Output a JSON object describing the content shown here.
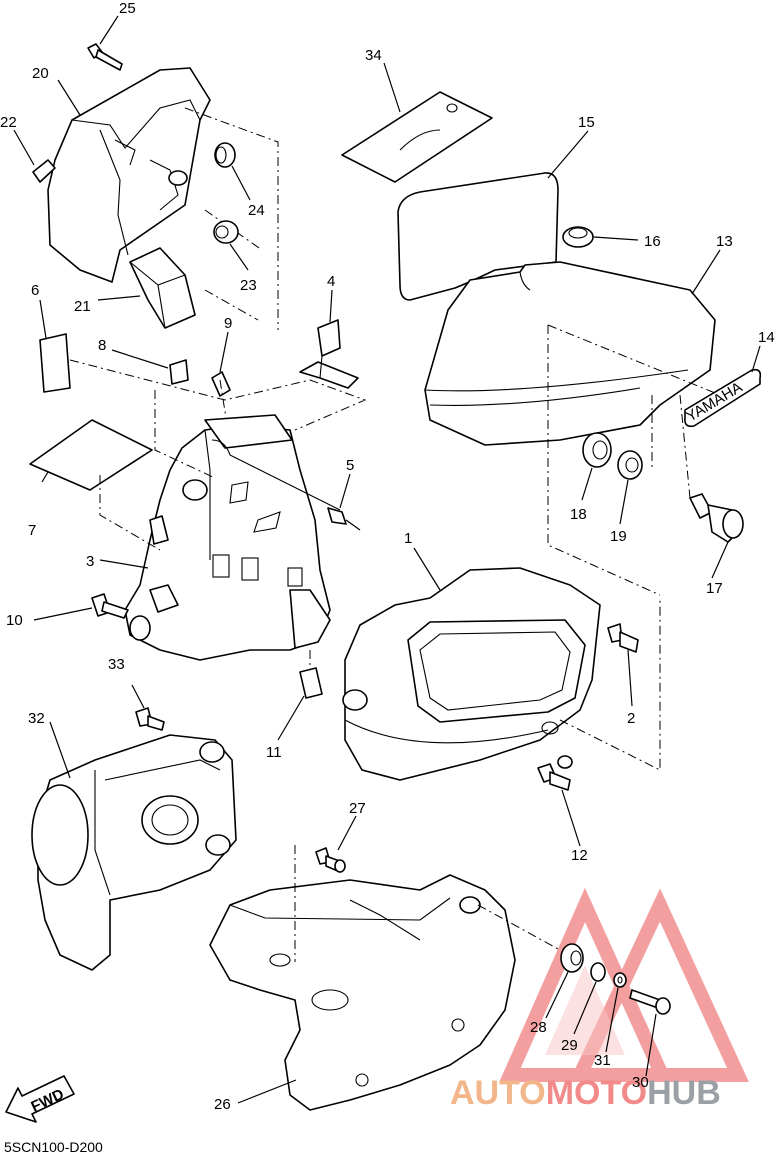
{
  "diagram_code": "5SCN100-D200",
  "fwd_label": "FWD",
  "emblem_text": "YAMAHA",
  "watermark": {
    "part1": "AUTO",
    "part2": "MOTO",
    "part3": "HUB",
    "color1": "#f2b68a",
    "color2": "#f28a8a",
    "color3": "#9aa0a6"
  },
  "callouts": [
    "1",
    "2",
    "3",
    "4",
    "5",
    "6",
    "7",
    "8",
    "9",
    "10",
    "11",
    "12",
    "13",
    "14",
    "15",
    "16",
    "17",
    "18",
    "19",
    "20",
    "21",
    "22",
    "23",
    "24",
    "25",
    "26",
    "27",
    "28",
    "29",
    "30",
    "31",
    "32",
    "33",
    "34"
  ]
}
